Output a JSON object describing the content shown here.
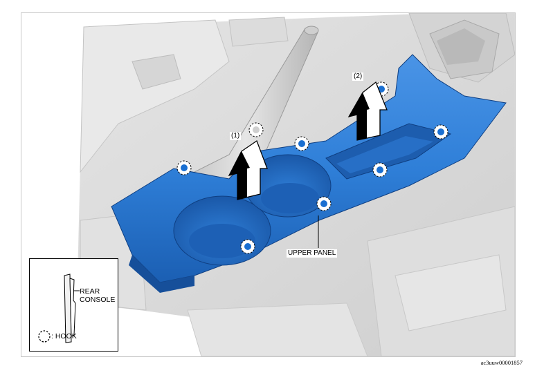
{
  "diagram": {
    "step_1_label": "(1)",
    "step_2_label": "(2)",
    "part_label": "UPPER PANEL",
    "legend": {
      "rear_console_line1": "REAR",
      "rear_console_line2": "CONSOLE",
      "hook_label": ": HOOK"
    },
    "figure_id": "ac3uuw00001857",
    "colors": {
      "panel": "#2f7fd8",
      "panel_dark": "#1b56a6",
      "background_parts": "#d9d9d9",
      "hook_marker": "#1a6fd1"
    },
    "icons": [
      "hook-marker-icon",
      "up-arrow-icon"
    ]
  }
}
